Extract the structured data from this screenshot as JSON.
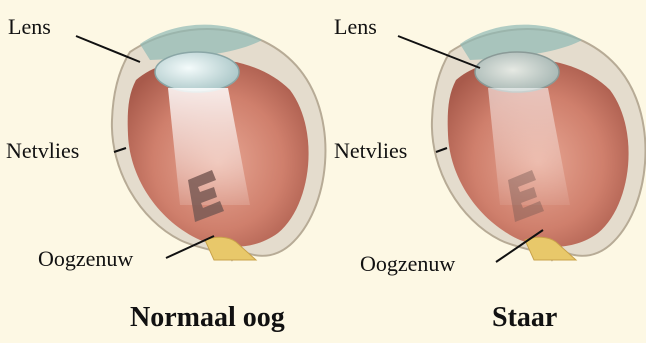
{
  "panels": [
    {
      "labels": {
        "lens": "Lens",
        "retina": "Netvlies",
        "nerve": "Oogzenuw"
      },
      "caption": "Normaal oog",
      "lens_state": "clear"
    },
    {
      "labels": {
        "lens": "Lens",
        "retina": "Netvlies",
        "nerve": "Oogzenuw"
      },
      "caption": "Staar",
      "lens_state": "clouded"
    }
  ],
  "colors": {
    "background": "#fdf8e4",
    "eye_interior": "#cf7f6c",
    "sclera": "#e4dccd",
    "lens_clear": "#cfe3e4",
    "lens_clouded": "#b8c9c9",
    "nerve": "#e8c86a"
  },
  "image_symbol": "E"
}
